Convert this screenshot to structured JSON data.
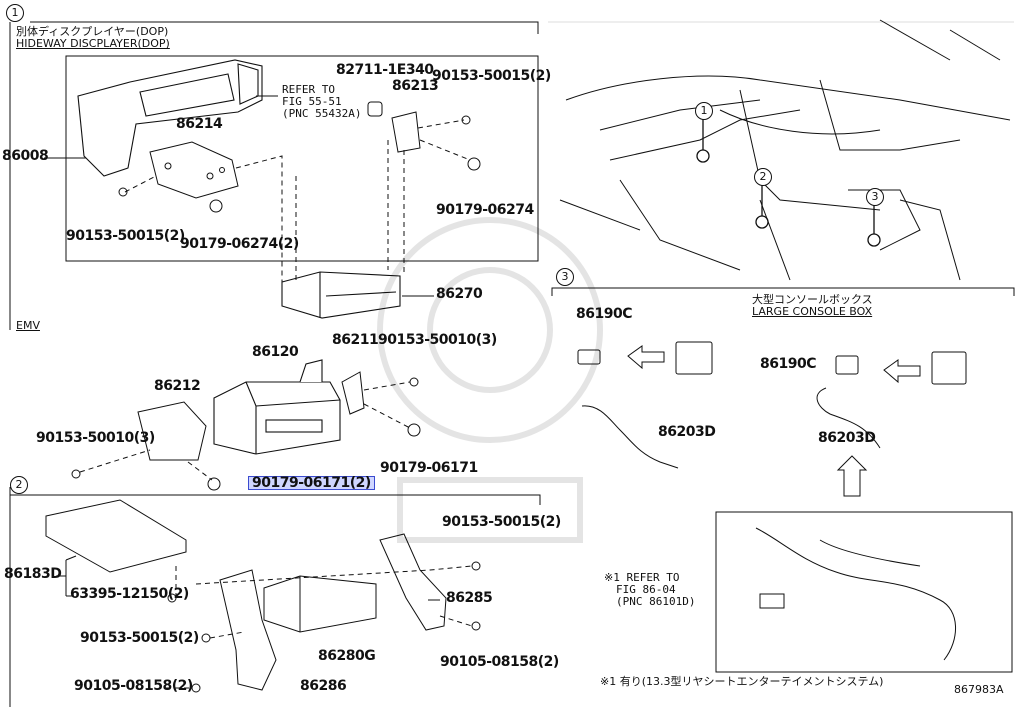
{
  "section1": {
    "marker": "1",
    "title_jp": "別体ディスクプレイヤー(DOP)",
    "title_en": "HIDEWAY DISCPLAYER(DOP)",
    "refer": [
      "REFER TO",
      "FIG 55-51",
      "(PNC 55432A)"
    ]
  },
  "section2": {
    "marker": "2"
  },
  "section3": {
    "marker": "3",
    "title_jp": "大型コンソールボックス",
    "title_en": "LARGE CONSOLE BOX",
    "note_refer": [
      "※1 REFER TO",
      "FIG 86-04",
      "(PNC 86101D)"
    ],
    "footnote": "※1 有り(13.3型リヤシートエンターテイメントシステム)"
  },
  "emv_label": "EMV",
  "figure_code": "867983A",
  "locator_markers": [
    "1",
    "2",
    "3"
  ],
  "parts": {
    "p86008": "86008",
    "p86214": "86214",
    "p82711": "82711-1E340",
    "p86213": "86213",
    "p90153_50015_a": "90153-50015(2)",
    "p90179_06274_a": "90179-06274",
    "p90153_50015_b": "90153-50015(2)",
    "p90179_06274_b": "90179-06274(2)",
    "p86270": "86270",
    "p86120": "86120",
    "p86211": "86211",
    "p90153_50010_a": "90153-50010(3)",
    "p86212": "86212",
    "p90153_50010_b": "90153-50010(3)",
    "p90179_06171_a": "90179-06171",
    "p90179_06171_b": "90179-06171(2)",
    "p86190C_a": "86190C",
    "p86203D_a": "86203D",
    "p86190C_b": "86190C",
    "p86203D_b": "86203D",
    "p90153_50015_c": "90153-50015(2)",
    "p86183D": "86183D",
    "p63395": "63395-12150(2)",
    "p86285": "86285",
    "p90153_50015_d": "90153-50015(2)",
    "p86280G": "86280G",
    "p90105_08158_a": "90105-08158(2)",
    "p90105_08158_b": "90105-08158(2)",
    "p86286": "86286"
  },
  "highlighted_part": "90179-06171(2)"
}
